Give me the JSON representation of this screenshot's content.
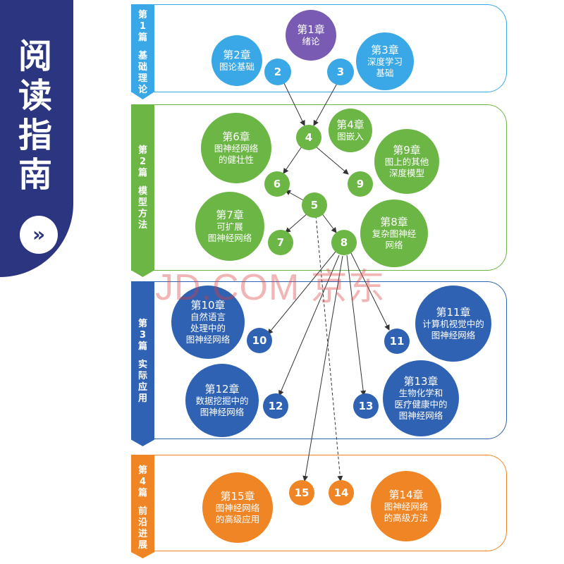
{
  "guide": {
    "title_chars": [
      "阅",
      "读",
      "指",
      "南"
    ],
    "button_symbol": "»"
  },
  "colors": {
    "purple": "#7a5bb3",
    "light_blue": "#3aa8e6",
    "green": "#6bb644",
    "blue": "#2f62b3",
    "orange": "#ef8524",
    "navy": "#2b3580"
  },
  "parts": [
    {
      "label": "第1篇 基础理论",
      "color": "#3aa8e6"
    },
    {
      "label": "第2篇 模型方法",
      "color": "#6bb644"
    },
    {
      "label": "第3篇 实际应用",
      "color": "#2f62b3"
    },
    {
      "label": "第4篇 前沿进展",
      "color": "#ef8524"
    }
  ],
  "chapters": [
    {
      "title": "第1章",
      "sub": "绪论"
    },
    {
      "title": "第2章",
      "sub": "图论基础"
    },
    {
      "title": "第3章",
      "sub": "深度学习\n基础"
    },
    {
      "title": "第4章",
      "sub": "图嵌入"
    },
    {
      "title": "第6章",
      "sub": "图神经网络\n的健壮性"
    },
    {
      "title": "第9章",
      "sub": "图上的其他\n深度模型"
    },
    {
      "title": "第7章",
      "sub": "可扩展\n图神经网络"
    },
    {
      "title": "第8章",
      "sub": "复杂图神经\n网络"
    },
    {
      "title": "第10章",
      "sub": "自然语言\n处理中的\n图神经网络"
    },
    {
      "title": "第11章",
      "sub": "计算机视觉中的\n图神经网络"
    },
    {
      "title": "第12章",
      "sub": "数据挖掘中的\n图神经网络"
    },
    {
      "title": "第13章",
      "sub": "生物化学和\n医疗健康中的\n图神经网络"
    },
    {
      "title": "第15章",
      "sub": "图神经网络\n的高级应用"
    },
    {
      "title": "第14章",
      "sub": "图神经网络\n的高级方法"
    }
  ],
  "nodes": [
    "2",
    "3",
    "4",
    "6",
    "9",
    "5",
    "7",
    "8",
    "10",
    "11",
    "12",
    "13",
    "15",
    "14"
  ],
  "watermark": "JD.COM 京东"
}
